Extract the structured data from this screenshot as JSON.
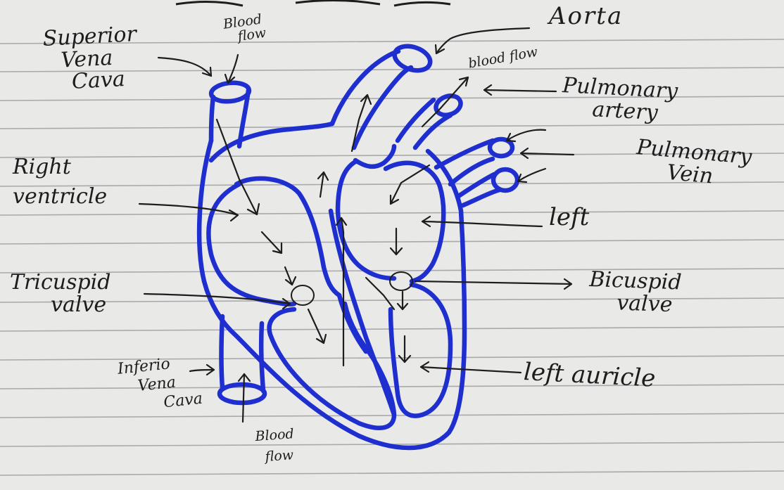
{
  "colors": {
    "paper": "#e9e9e7",
    "rule_line": "#a9a9ad",
    "heart_ink": "#1f2fcf",
    "pencil": "#1d1d1d"
  },
  "labels": {
    "aorta": "Aorta",
    "superior_vena_cava": [
      "Superior",
      "Vena",
      "Cava"
    ],
    "blood_flow_top": [
      "Blood",
      "flow"
    ],
    "blood_flow_aorta": "blood flow",
    "pulmonary_artery": [
      "Pulmonary",
      "artery"
    ],
    "pulmonary_vein": [
      "Pulmonary",
      "Vein"
    ],
    "right_ventricle": [
      "Right",
      "ventricle"
    ],
    "left": "left",
    "tricuspid_valve": [
      "Tricuspid",
      "valve"
    ],
    "bicuspid_valve": [
      "Bicuspid",
      "valve"
    ],
    "inferior_vena_cava": [
      "Inferio",
      "Vena",
      "Cava"
    ],
    "left_auricle": "left auricle",
    "blood_flow_bottom": [
      "Blood",
      "flow"
    ]
  }
}
